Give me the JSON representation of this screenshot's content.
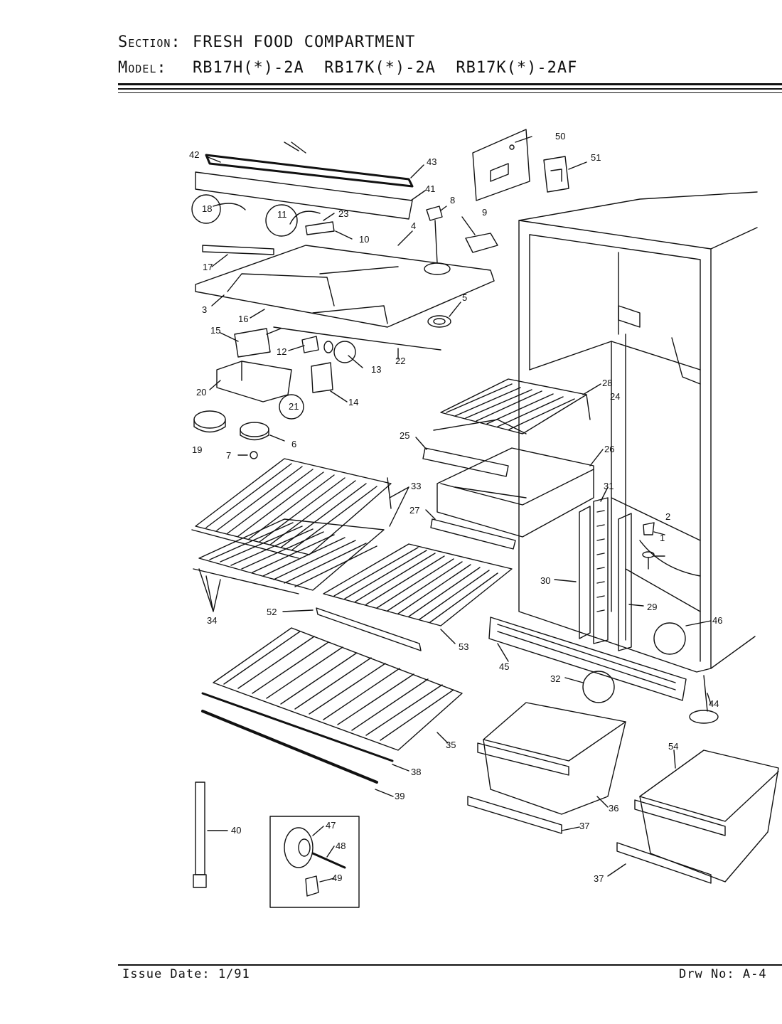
{
  "header": {
    "section_label": "Section:",
    "section_value": "FRESH FOOD COMPARTMENT",
    "model_label": "Model:",
    "model_value": "RB17H(*)-2A  RB17K(*)-2A  RB17K(*)-2AF"
  },
  "callouts": [
    "1",
    "2",
    "3",
    "4",
    "5",
    "6",
    "7",
    "8",
    "9",
    "10",
    "11",
    "12",
    "13",
    "14",
    "15",
    "16",
    "17",
    "18",
    "19",
    "20",
    "21",
    "22",
    "23",
    "24",
    "25",
    "26",
    "27",
    "28",
    "29",
    "30",
    "31",
    "32",
    "33",
    "34",
    "35",
    "36",
    "37",
    "37",
    "38",
    "39",
    "40",
    "41",
    "42",
    "43",
    "44",
    "45",
    "46",
    "47",
    "48",
    "49",
    "50",
    "51",
    "52",
    "53",
    "54"
  ],
  "footer": {
    "issue_date": "Issue Date: 1/91",
    "drawing_no": "Drw No: A-4"
  }
}
